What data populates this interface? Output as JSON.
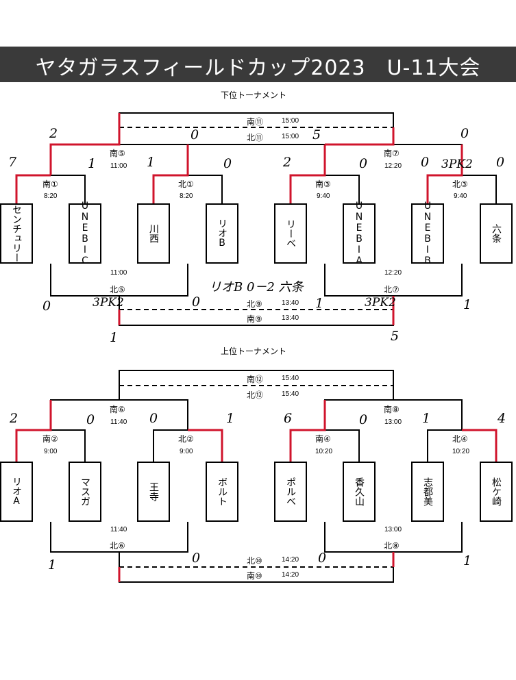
{
  "title": "ヤタガラスフィールドカップ2023　U-11大会",
  "sections": {
    "lower": "下位トーナメント",
    "upper": "上位トーナメント"
  },
  "teams": {
    "t1": "センチュリー",
    "t2": "UNEBIC",
    "t3": "川西",
    "t4": "リオB",
    "t5": "リーベ",
    "t6": "UNEBIA",
    "t7": "UNEBIB",
    "t8": "六条",
    "t9": "リオA",
    "t10": "マスガ",
    "t11": "王寺",
    "t12": "ボルト",
    "t13": "ポルベ",
    "t14": "香久山",
    "t15": "志都美",
    "t16": "松ケ崎"
  },
  "matches": {
    "m_s1": {
      "name": "南①",
      "time": "8:20"
    },
    "m_n1": {
      "name": "北①",
      "time": "8:20"
    },
    "m_s3": {
      "name": "南③",
      "time": "9:40"
    },
    "m_n3": {
      "name": "北③",
      "time": "9:40"
    },
    "m_s5": {
      "name": "南⑤",
      "time": "11:00"
    },
    "m_s7": {
      "name": "南⑦",
      "time": "12:20"
    },
    "m_s11": {
      "name": "南⑪",
      "time": "15:00"
    },
    "m_n11": {
      "name": "北⑪",
      "time": "15:00"
    },
    "m_n5": {
      "name": "北⑤",
      "time": "11:00"
    },
    "m_n7": {
      "name": "北⑦",
      "time": "12:20"
    },
    "m_n9": {
      "name": "北⑨",
      "time": "13:40"
    },
    "m_s9": {
      "name": "南⑨",
      "time": "13:40"
    },
    "m_s2": {
      "name": "南②",
      "time": "9:00"
    },
    "m_n2": {
      "name": "北②",
      "time": "9:00"
    },
    "m_s4": {
      "name": "南④",
      "time": "10:20"
    },
    "m_n4": {
      "name": "北④",
      "time": "10:20"
    },
    "m_s6": {
      "name": "南⑥",
      "time": "11:40"
    },
    "m_s8": {
      "name": "南⑧",
      "time": "13:00"
    },
    "m_s12": {
      "name": "南⑫",
      "time": "15:40"
    },
    "m_n12": {
      "name": "北⑫",
      "time": "15:40"
    },
    "m_n6": {
      "name": "北⑥",
      "time": "11:40"
    },
    "m_n8": {
      "name": "北⑧",
      "time": "13:00"
    },
    "m_n10": {
      "name": "北⑩",
      "time": "14:20"
    },
    "m_s10": {
      "name": "南⑩",
      "time": "14:20"
    }
  },
  "scores": {
    "a1": "7",
    "a2": "1",
    "a3": "1",
    "a4": "0",
    "a5": "2",
    "a6": "0",
    "a7": "0",
    "a8": "0",
    "b1": "2",
    "b2": "0",
    "b3": "5",
    "b4": "0",
    "pk1": "3PK2",
    "c1": "0",
    "c2": "3PK2",
    "c3": "0",
    "c4": "1",
    "c5": "3PK2",
    "c6": "1",
    "c7": "1",
    "c8": "5",
    "note": "リオB 0－2 六条",
    "d1": "2",
    "d2": "0",
    "d3": "0",
    "d4": "1",
    "d5": "6",
    "d6": "0",
    "d7": "1",
    "d8": "4",
    "e1": "1",
    "e2": "0",
    "e3": "0",
    "e4": "1"
  },
  "colors": {
    "line": "#000000",
    "win": "#d0142c",
    "title_bg": "#3a3a3a"
  }
}
